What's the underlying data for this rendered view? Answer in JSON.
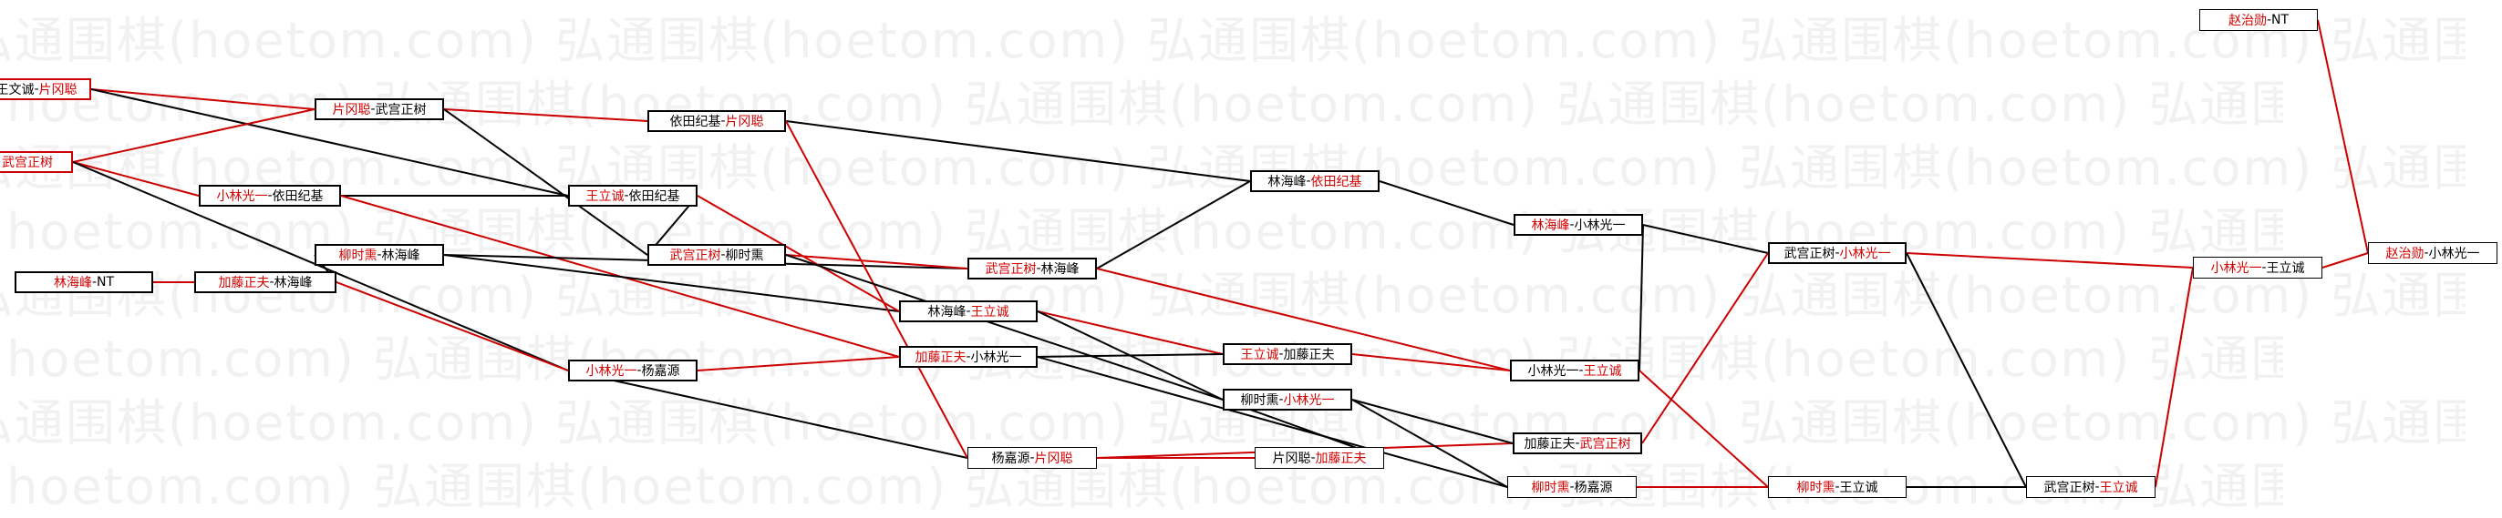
{
  "watermark": {
    "text": "弘通围棋(hoetom.com) 弘通围棋(hoetom.com) 弘通围棋(hoetom.com) 弘通围棋(hoetom.com) 弘通围棋(hoetom.com) 弘通围棋(hoetom.com) 弘通围棋"
  },
  "colors": {
    "winner": "#d40000",
    "loser": "#000000",
    "red_line": "#cc0000",
    "black_line": "#000000"
  },
  "matches": [
    {
      "id": "m1",
      "left": "王文诚",
      "sep": "-",
      "right": "片冈聪",
      "winner": "right"
    },
    {
      "id": "m2",
      "left": "",
      "sep": "",
      "right": "武宫正树",
      "winner": "right"
    },
    {
      "id": "m3",
      "left": "林海峰",
      "sep": "-",
      "right": "NT",
      "winner": "left"
    },
    {
      "id": "m4",
      "left": "片冈聪",
      "sep": "-",
      "right": "武宫正树",
      "winner": "left"
    },
    {
      "id": "m5",
      "left": "小林光一",
      "sep": "-",
      "right": "依田纪基",
      "winner": "left"
    },
    {
      "id": "m6",
      "left": "柳时熏",
      "sep": "-",
      "right": "林海峰",
      "winner": "left"
    },
    {
      "id": "m7",
      "left": "加藤正夫",
      "sep": "-",
      "right": "林海峰",
      "winner": "left"
    },
    {
      "id": "m8",
      "left": "小林光一",
      "sep": "-",
      "right": "杨嘉源",
      "winner": "left"
    },
    {
      "id": "m9",
      "left": "依田纪基",
      "sep": "-",
      "right": "片冈聪",
      "winner": "right"
    },
    {
      "id": "m10",
      "left": "王立诚",
      "sep": "-",
      "right": "依田纪基",
      "winner": "left"
    },
    {
      "id": "m11",
      "left": "武宫正树",
      "sep": "-",
      "right": "柳时熏",
      "winner": "left"
    },
    {
      "id": "m12",
      "left": "武宫正树",
      "sep": "-",
      "right": "林海峰",
      "winner": "left"
    },
    {
      "id": "m13",
      "left": "林海峰",
      "sep": "-",
      "right": "王立诚",
      "winner": "right"
    },
    {
      "id": "m14",
      "left": "加藤正夫",
      "sep": "-",
      "right": "小林光一",
      "winner": "left"
    },
    {
      "id": "m15",
      "left": "杨嘉源",
      "sep": "-",
      "right": "片冈聪",
      "winner": "right"
    },
    {
      "id": "m16",
      "left": "林海峰",
      "sep": "-",
      "right": "依田纪基",
      "winner": "right"
    },
    {
      "id": "m17",
      "left": "王立诚",
      "sep": "-",
      "right": "加藤正夫",
      "winner": "left"
    },
    {
      "id": "m18",
      "left": "柳时熏",
      "sep": "-",
      "right": "小林光一",
      "winner": "right"
    },
    {
      "id": "m19",
      "left": "片冈聪",
      "sep": "-",
      "right": "加藤正夫",
      "winner": "right"
    },
    {
      "id": "m20",
      "left": "林海峰",
      "sep": "-",
      "right": "小林光一",
      "winner": "left"
    },
    {
      "id": "m21",
      "left": "小林光一",
      "sep": "-",
      "right": "王立诚",
      "winner": "right"
    },
    {
      "id": "m22",
      "left": "加藤正夫",
      "sep": "-",
      "right": "武宫正树",
      "winner": "right"
    },
    {
      "id": "m23",
      "left": "柳时熏",
      "sep": "-",
      "right": "杨嘉源",
      "winner": "left"
    },
    {
      "id": "m24",
      "left": "武宫正树",
      "sep": "-",
      "right": "小林光一",
      "winner": "right"
    },
    {
      "id": "m25",
      "left": "柳时熏",
      "sep": "-",
      "right": "王立诚",
      "winner": "left"
    },
    {
      "id": "m26",
      "left": "武宫正树",
      "sep": "-",
      "right": "王立诚",
      "winner": "right"
    },
    {
      "id": "m27",
      "left": "小林光一",
      "sep": "-",
      "right": "王立诚",
      "winner": "left"
    },
    {
      "id": "m28",
      "left": "赵治勋",
      "sep": "-",
      "right": "NT",
      "winner": "left"
    },
    {
      "id": "m29",
      "left": "赵治勋",
      "sep": "-",
      "right": "小林光一",
      "winner": "left"
    }
  ]
}
